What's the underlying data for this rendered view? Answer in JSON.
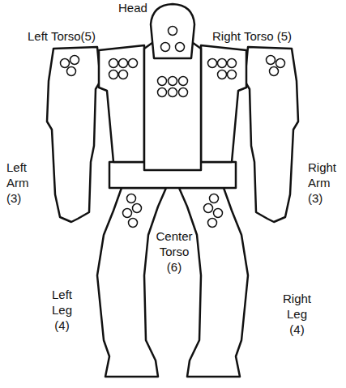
{
  "diagram": {
    "labels": [
      "Head",
      "Left Torso(5)",
      "Right Torso (5)",
      "Left Arm (3)",
      "Right Arm (3)",
      "Center Torso (6)",
      "Left Leg (4)",
      "Right Leg (4)"
    ]
  }
}
